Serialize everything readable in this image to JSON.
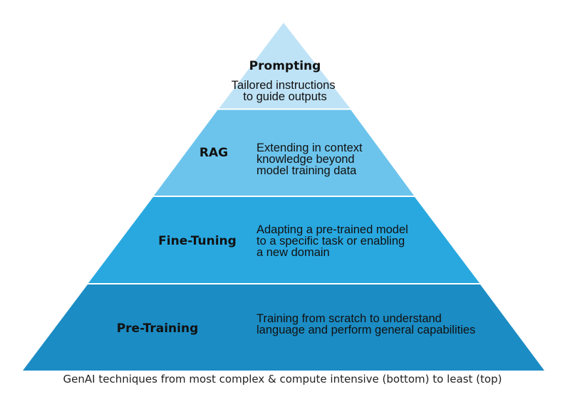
{
  "tiers": [
    {
      "id": "prompting",
      "title": "Prompting",
      "description": [
        "Tailored instructions",
        "to guide outputs"
      ],
      "color": "#bfe3f6"
    },
    {
      "id": "rag",
      "title": "RAG",
      "description": [
        "Extending in context",
        "knowledge beyond",
        "model training data"
      ],
      "color": "#6cc4ec"
    },
    {
      "id": "fine-tuning",
      "title": "Fine-Tuning",
      "description": [
        "Adapting a pre-trained model",
        "to a specific task or enabling",
        "a new domain"
      ],
      "color": "#29a8e0"
    },
    {
      "id": "pre-training",
      "title": "Pre-Training",
      "description": [
        "Training from scratch to understand",
        "language and perform general capabilities"
      ],
      "color": "#1b8cc4"
    }
  ],
  "caption": "GenAI techniques from most complex & compute intensive (bottom) to least (top)"
}
